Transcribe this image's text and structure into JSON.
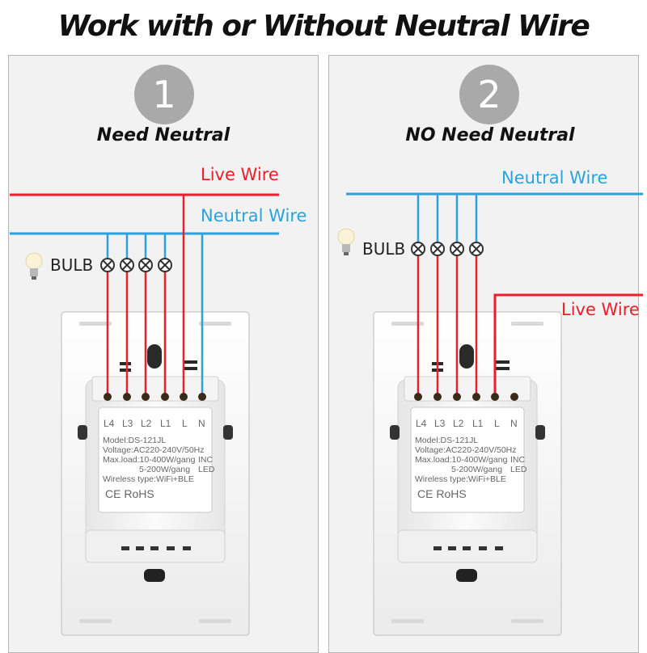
{
  "title": "Work with or Without Neutral Wire",
  "colors": {
    "live": "#e8202a",
    "neutral": "#2aa3dc",
    "badge": "#a9a9a9"
  },
  "panels": [
    {
      "number": "1",
      "heading": "Need Neutral",
      "live_label": "Live Wire",
      "neutral_label": "Neutral Wire",
      "bulb_label": "BULB"
    },
    {
      "number": "2",
      "heading": "NO Need Neutral",
      "live_label": "Live Wire",
      "neutral_label": "Neutral Wire",
      "bulb_label": "BULB"
    }
  ],
  "switch": {
    "terminals": [
      "L4",
      "L3",
      "L2",
      "L1",
      "L",
      "N"
    ],
    "model": "Model:DS-121JL",
    "voltage": "Voltage:AC220-240V/50Hz",
    "maxload": "Max.load:10-400W/gang",
    "maxload_type": "INC",
    "maxload2": "5-200W/gang",
    "maxload2_type": "LED",
    "wireless": "Wireless type:WiFi+BLE",
    "certs": "CE RoHS"
  }
}
